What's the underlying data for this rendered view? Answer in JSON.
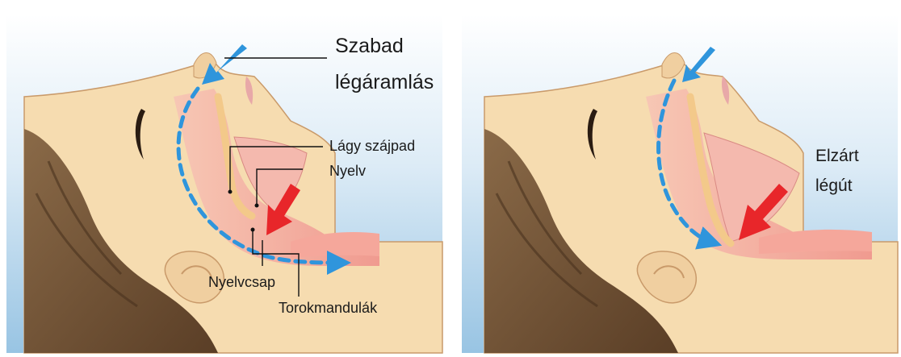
{
  "left_panel": {
    "title_line1": "Szabad",
    "title_line2": "légáramlás",
    "label_soft_palate": "Lágy szájpad",
    "label_tongue": "Nyelv",
    "label_uvula": "Nyelvcsap",
    "label_tonsils": "Torokmandulák"
  },
  "right_panel": {
    "title_line1": "Elzárt",
    "title_line2": "légút"
  },
  "colors": {
    "background_top": "#ffffff",
    "background_bottom": "#a8cce6",
    "skin": "#f6dcb0",
    "hair": "#7a5a3a",
    "airflow": "#2f95dc",
    "obstruction_arrow": "#e8262a",
    "airway_tissue": "#f2a6a0"
  }
}
